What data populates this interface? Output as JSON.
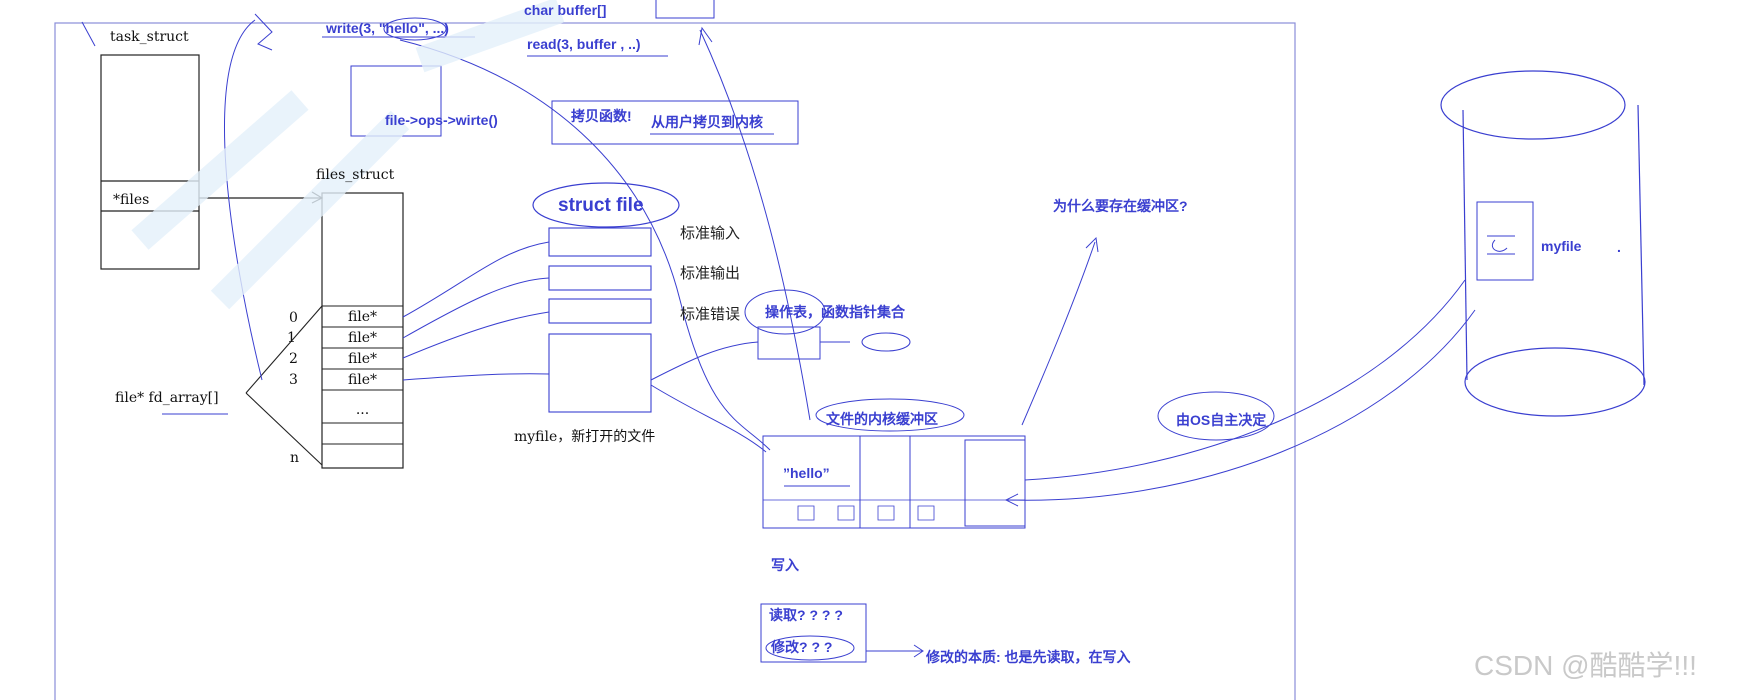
{
  "process": {
    "task_struct_label": "task_struct",
    "files_field": "*files",
    "files_struct_label": "files_struct",
    "fd_array_label": "file* fd_array[]",
    "fd_indices": [
      "0",
      "1",
      "2",
      "3",
      "n"
    ],
    "fd_cells": [
      "file*",
      "file*",
      "file*",
      "file*",
      "..."
    ]
  },
  "struct_file": {
    "title": "struct file",
    "streams": [
      "标准输入",
      "标准输出",
      "标准错误"
    ],
    "new_file_caption": "myfile，新打开的文件"
  },
  "syscalls": {
    "char_buffer": "char buffer[]",
    "write_call": "write(3, \"hello\", ...)",
    "read_call": "read(3, buffer , ..)",
    "ops_write": "file->ops->wirte()",
    "copy_func": "拷贝函数!",
    "copy_desc": "从用户拷贝到内核"
  },
  "kernel": {
    "ops_table": "操作表，函数指针集合",
    "kernel_buffer": "文件的内核缓冲区",
    "hello_content": "”hello”",
    "why_buffer": "为什么要存在缓冲区?",
    "os_decides": "由OS自主决定",
    "write_label": "写入",
    "read_label": "读取? ? ? ?",
    "modify_label": "修改? ? ?",
    "modify_desc": "修改的本质: 也是先读取，在写入"
  },
  "disk": {
    "file_label": "myfile",
    "dot": "."
  },
  "watermark": "CSDN @酷酷学!!!",
  "colors": {
    "ink": "#3a3fd0",
    "line": "#222222",
    "frame": "#8a8ed8"
  }
}
